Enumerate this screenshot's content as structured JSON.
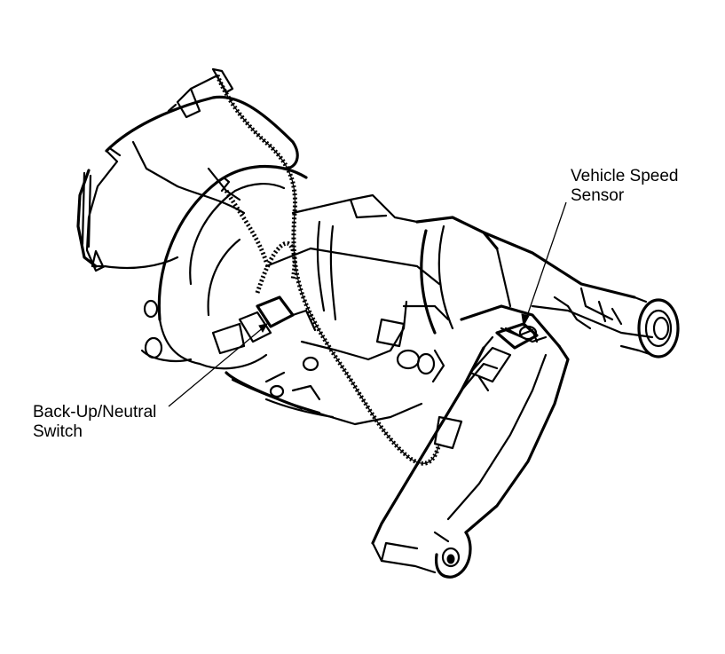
{
  "callouts": {
    "vehicle_speed_sensor": {
      "line1": "Vehicle Speed",
      "line2": "Sensor"
    },
    "backup_neutral_switch": {
      "line1": "Back-Up/Neutral",
      "line2": "Switch"
    }
  },
  "colors": {
    "ink": "#000000",
    "paper": "#ffffff"
  }
}
